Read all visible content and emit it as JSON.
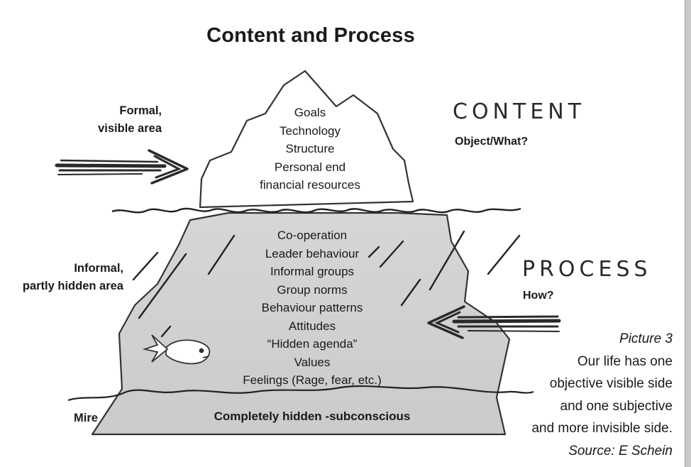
{
  "title": "Content and Process",
  "labels": {
    "formal": [
      "Formal,",
      "visible area"
    ],
    "informal": [
      "Informal,",
      "partly hidden area"
    ],
    "mire": "Mire"
  },
  "content": {
    "heading": "CONTENT",
    "question": "Object/What?",
    "items": [
      "Goals",
      "Technology",
      "Structure",
      "Personal end",
      "financial resources"
    ]
  },
  "process": {
    "heading": "PROCESS",
    "question": "How?",
    "items": [
      "Co-operation",
      "Leader behaviour",
      "Informal groups",
      "Group norms",
      "Behaviour patterns",
      "Attitudes",
      "“Hidden agenda”",
      "Values",
      "Feelings (Rage, fear, etc.)"
    ]
  },
  "hidden": "Completely hidden -subconscious",
  "caption": {
    "picture": "Picture 3",
    "lines": [
      "Our life has one",
      "objective visible side",
      "and one subjective",
      "and more invisible side."
    ],
    "source": "Source: E Schein"
  }
}
